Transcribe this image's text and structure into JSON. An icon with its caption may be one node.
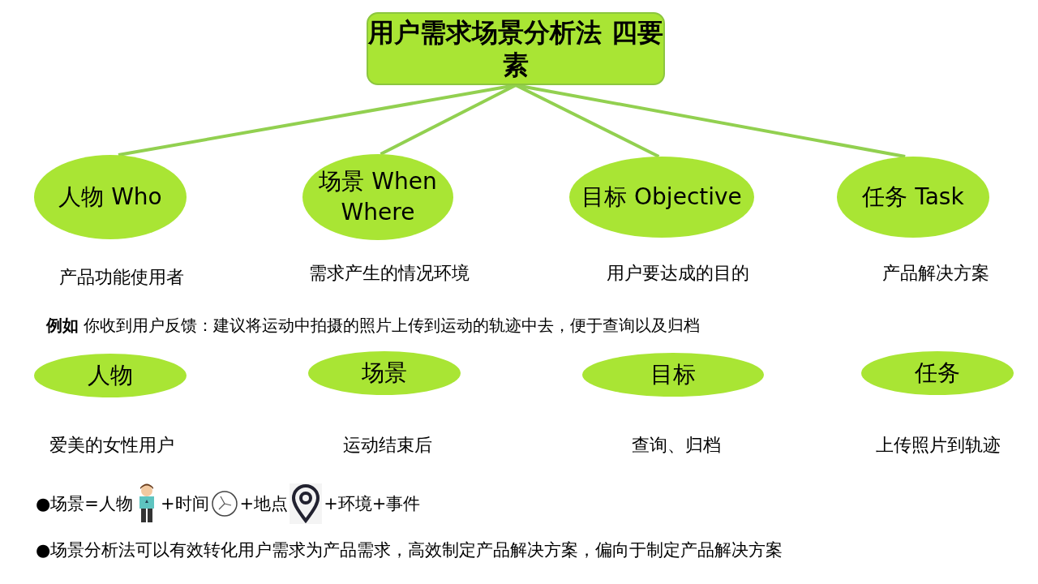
{
  "diagram": {
    "nodes": [
      {
        "text": [
          "用户需求场景分析法 四要素"
        ]
      },
      {
        "text": [
          "人物 Who"
        ],
        "beside": [
          "产品功能使用者"
        ]
      },
      {
        "text": [
          "场景 When Where"
        ],
        "beside": [
          "需求产生的情况环境"
        ]
      },
      {
        "text": [
          "目标 Objective"
        ],
        "beside": [
          "用户要达成的目的"
        ]
      },
      {
        "text": [
          "任务 Task"
        ],
        "beside": [
          "产品解决方案"
        ]
      },
      {
        "text": [
          "人物"
        ],
        "beside": [
          "爱美的女性用户"
        ]
      },
      {
        "text": [
          "场景"
        ],
        "beside": [
          "运动结束后"
        ]
      },
      {
        "text": [
          "目标"
        ],
        "beside": [
          "查询、归档"
        ]
      },
      {
        "text": [
          "任务"
        ],
        "beside": [
          "上传照片到轨迹"
        ]
      }
    ],
    "edges": [
      {
        "from": 0,
        "to": 1,
        "arrow": "none"
      },
      {
        "from": 0,
        "to": 2,
        "arrow": "none"
      },
      {
        "from": 0,
        "to": 3,
        "arrow": "none"
      },
      {
        "from": 0,
        "to": 4,
        "arrow": "none"
      }
    ],
    "labels": [
      "**例如** 你收到用户反馈：建议将运动中拍摄的照片上传到运动的轨迹中去，便于查询以及归档",
      "●场景=人物",
      "+时间",
      "+地点",
      "+环境+事件",
      "●场景分析法可以有效转化用户需求为产品需求，高效制定产品解决方案，偏向于制定产品解决方案"
    ]
  }
}
